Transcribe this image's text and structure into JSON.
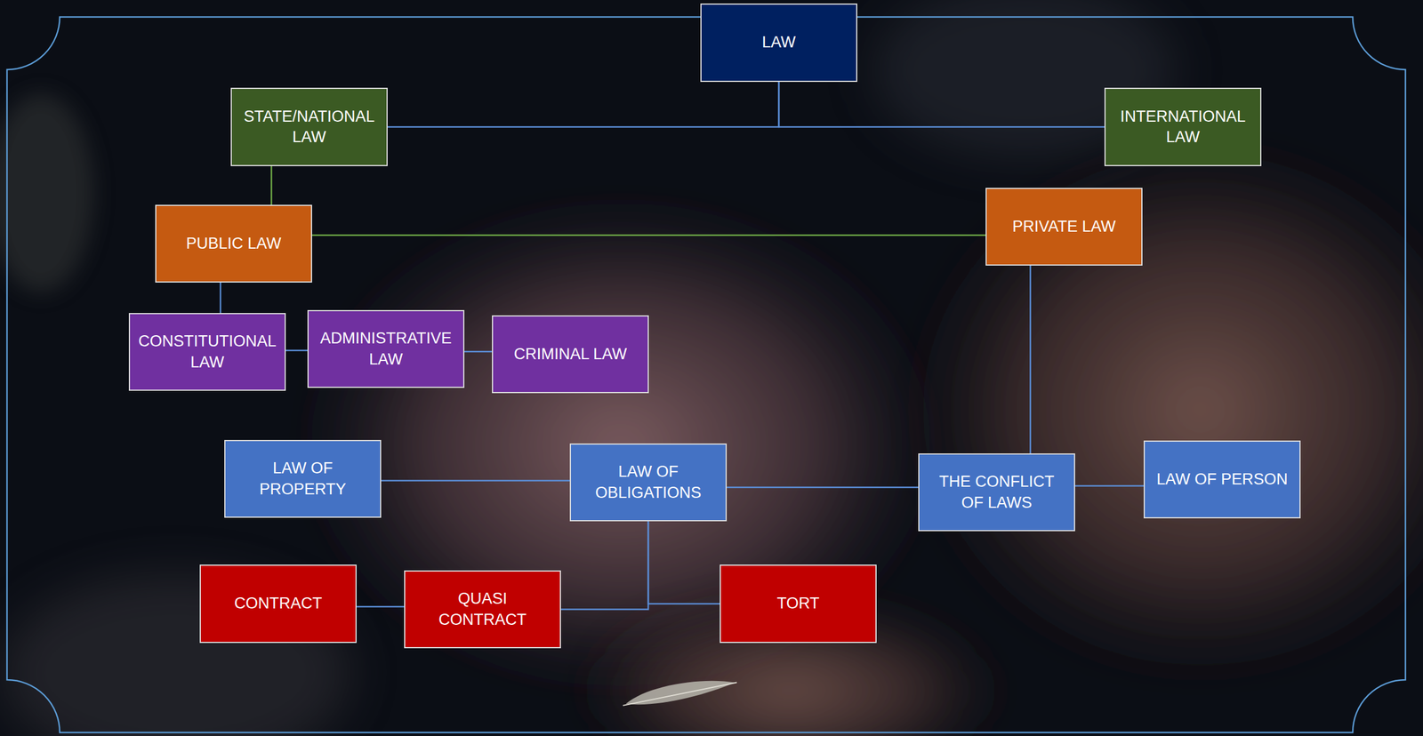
{
  "diagram": {
    "nodes": [
      {
        "text": [
          "LAW"
        ]
      },
      {
        "text": [
          "STATE/NATIONAL LAW"
        ]
      },
      {
        "text": [
          "INTERNATIONAL LAW"
        ]
      },
      {
        "text": [
          "PUBLIC LAW"
        ]
      },
      {
        "text": [
          "PRIVATE LAW"
        ]
      },
      {
        "text": [
          "CONSTITUTIONAL LAW"
        ]
      },
      {
        "text": [
          "ADMINISTRATIVE LAW"
        ]
      },
      {
        "text": [
          "CRIMINAL LAW"
        ]
      },
      {
        "text": [
          "LAW OF PROPERTY"
        ]
      },
      {
        "text": [
          "LAW OF OBLIGATIONS"
        ]
      },
      {
        "text": [
          "THE CONFLICT OF LAWS"
        ]
      },
      {
        "text": [
          "LAW OF PERSON"
        ]
      },
      {
        "text": [
          "CONTRACT"
        ]
      },
      {
        "text": [
          "QUASI CONTRACT"
        ]
      },
      {
        "text": [
          "TORT"
        ]
      }
    ],
    "edges": [
      {
        "from": 0,
        "to": 1,
        "arrow": "none"
      },
      {
        "from": 0,
        "to": 2,
        "arrow": "none"
      },
      {
        "from": 1,
        "to": 3,
        "arrow": "none"
      },
      {
        "from": 3,
        "to": 4,
        "arrow": "none"
      },
      {
        "from": 3,
        "to": 5,
        "arrow": "none"
      },
      {
        "from": 5,
        "to": 6,
        "arrow": "none"
      },
      {
        "from": 6,
        "to": 7,
        "arrow": "none"
      },
      {
        "from": 4,
        "to": 10,
        "arrow": "none"
      },
      {
        "from": 8,
        "to": 9,
        "arrow": "none"
      },
      {
        "from": 9,
        "to": 10,
        "arrow": "none"
      },
      {
        "from": 10,
        "to": 11,
        "arrow": "none"
      },
      {
        "from": 9,
        "to": 13,
        "arrow": "none"
      },
      {
        "from": 9,
        "to": 14,
        "arrow": "none"
      },
      {
        "from": 12,
        "to": 13,
        "arrow": "none"
      }
    ]
  }
}
